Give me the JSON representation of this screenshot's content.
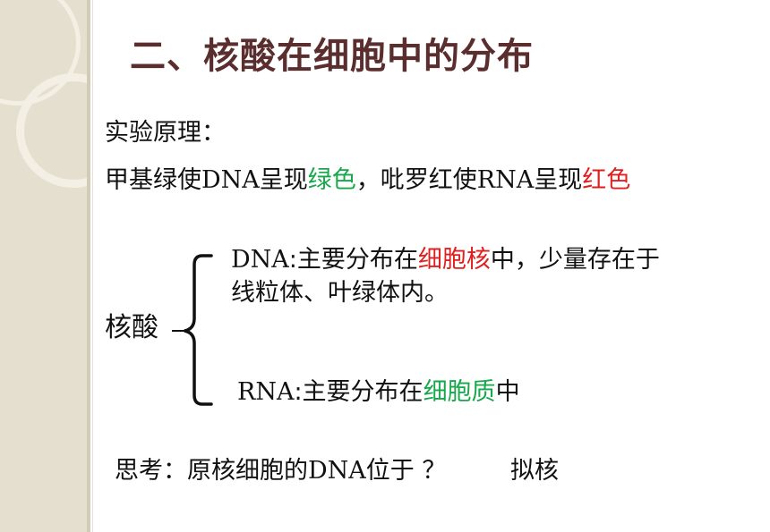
{
  "title": "二、核酸在细胞中的分布",
  "principle_label": "实验原理：",
  "principle_line": {
    "part1": "甲基绿使",
    "dna": "DNA",
    "part2": "呈现",
    "green_word": "绿色",
    "part3": "，吡罗红使",
    "rna": "RNA",
    "part4": "呈现",
    "red_word": "红色"
  },
  "nucleic_acid_label": "核酸",
  "dna_branch": {
    "prefix": "DNA",
    "colon_text": ":主要分布在",
    "highlight": "细胞核",
    "suffix": "中，少量存在于",
    "line2": "线粒体、叶绿体内。"
  },
  "rna_branch": {
    "prefix": "RNA",
    "colon_text": ":主要分布在",
    "highlight": "细胞质",
    "suffix": "中"
  },
  "question": {
    "label": "思考：",
    "text1": "原核细胞的",
    "dna": "DNA",
    "text2": "位于 ？",
    "answer": "拟核"
  },
  "colors": {
    "title": "#5a2e2e",
    "green": "#16a84a",
    "red": "#e01f1f",
    "side_band": "#e4dfcf"
  }
}
